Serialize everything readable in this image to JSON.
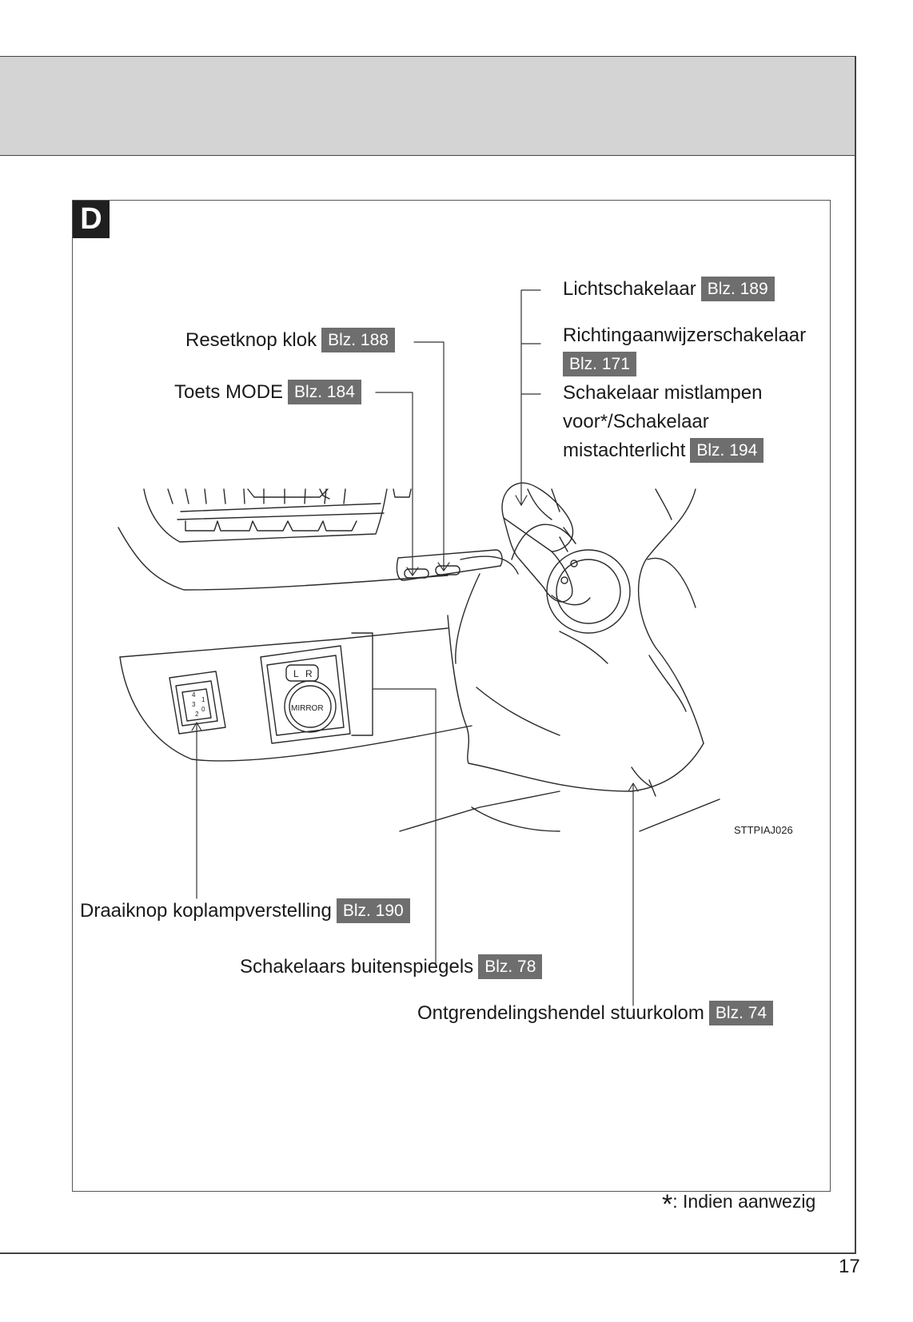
{
  "section_letter": "D",
  "page_number": "17",
  "figure_code": "STTPIAJ026",
  "footnote": {
    "symbol": "*",
    "text": ": Indien aanwezig"
  },
  "callouts": {
    "lichtschakelaar": {
      "label": "Lichtschakelaar",
      "ref": "Blz. 189"
    },
    "richtingaanwijzer": {
      "label": "Richtingaanwijzerschakelaar",
      "ref": "Blz. 171"
    },
    "mistlampen": {
      "line1": "Schakelaar mistlampen",
      "line2": "voor*/Schakelaar",
      "line3": "mistachterlicht",
      "ref": "Blz. 194"
    },
    "resetknop": {
      "label": "Resetknop klok",
      "ref": "Blz. 188"
    },
    "toets_mode": {
      "label": "Toets MODE",
      "ref": "Blz. 184"
    },
    "draaiknop": {
      "label": "Draaiknop koplampverstelling",
      "ref": "Blz. 190"
    },
    "buitenspiegels": {
      "label": "Schakelaars buitenspiegels",
      "ref": "Blz. 78"
    },
    "stuurkolom": {
      "label": "Ontgrendelingshendel stuurkolom",
      "ref": "Blz. 74"
    }
  },
  "illustration_text": {
    "mirror_left": "L",
    "mirror_right": "R",
    "mirror_knob": "MIRROR",
    "dial_numbers": [
      "0",
      "1",
      "2",
      "3",
      "4"
    ]
  }
}
